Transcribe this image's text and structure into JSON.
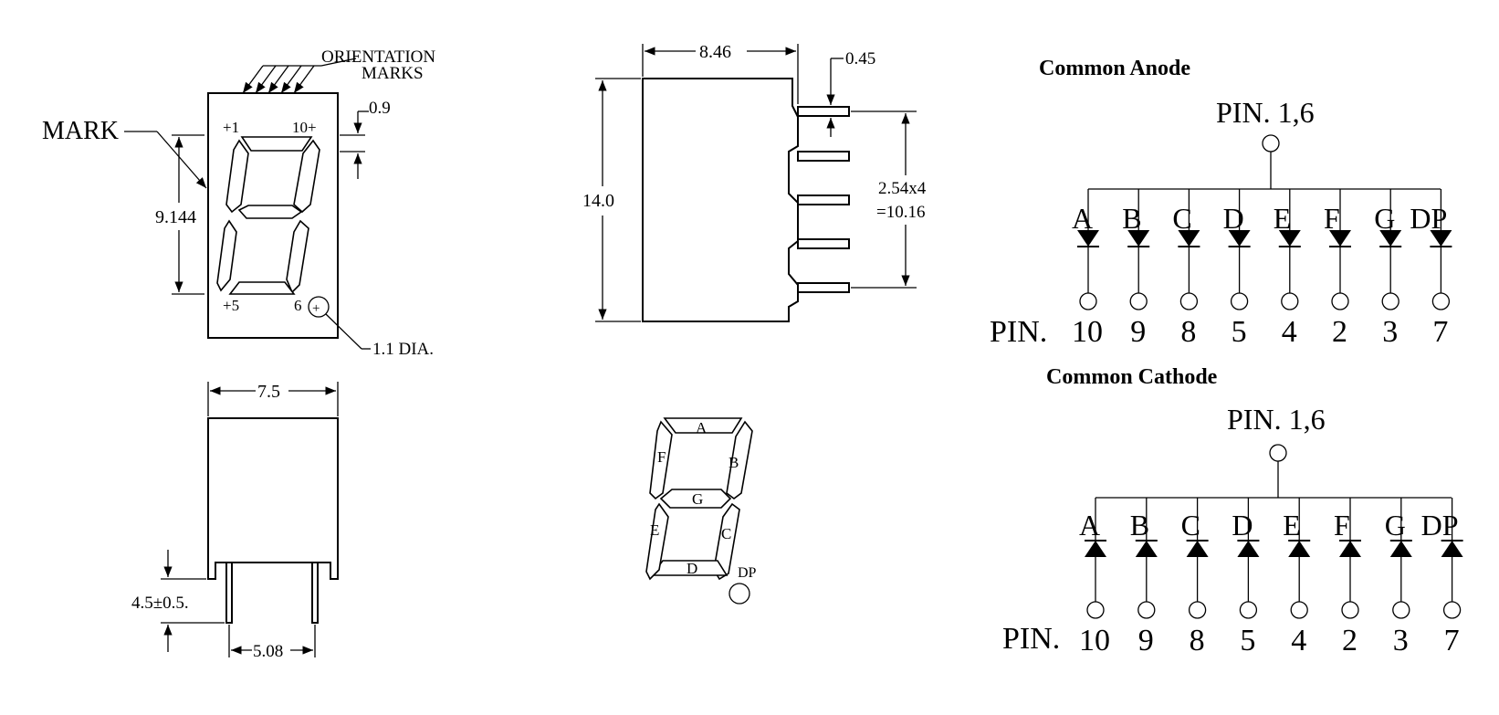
{
  "front_view": {
    "orientation_label_1": "ORIENTATION",
    "orientation_label_2": "MARKS",
    "mark_label": "MARK",
    "dim_top": "0.9",
    "dim_height": "9.144",
    "hole_label": "1.1 DIA.",
    "pin1": "+1",
    "pin10": "10+",
    "pin5": "+5",
    "pin6": "6"
  },
  "side_view": {
    "dim_width": "8.46",
    "dim_pin": "0.45",
    "dim_height": "14.0",
    "dim_pitch_1": "2.54x4",
    "dim_pitch_2": "=10.16"
  },
  "bottom_view": {
    "dim_width": "7.5",
    "dim_pin_len": "4.5±0.5.",
    "dim_pin_spacing": "5.08"
  },
  "segment_diagram": {
    "labels": [
      "A",
      "B",
      "C",
      "D",
      "E",
      "F",
      "G",
      "DP"
    ]
  },
  "common_anode": {
    "title": "Common Anode",
    "common_pin": "PIN. 1,6",
    "pin_prefix": "PIN.",
    "segments": [
      "A",
      "B",
      "C",
      "D",
      "E",
      "F",
      "G",
      "DP"
    ],
    "pins": [
      "10",
      "9",
      "8",
      "5",
      "4",
      "2",
      "3",
      "7"
    ]
  },
  "common_cathode": {
    "title": "Common Cathode",
    "common_pin": "PIN. 1,6",
    "pin_prefix": "PIN.",
    "segments": [
      "A",
      "B",
      "C",
      "D",
      "E",
      "F",
      "G",
      "DP"
    ],
    "pins": [
      "10",
      "9",
      "8",
      "5",
      "4",
      "2",
      "3",
      "7"
    ]
  }
}
